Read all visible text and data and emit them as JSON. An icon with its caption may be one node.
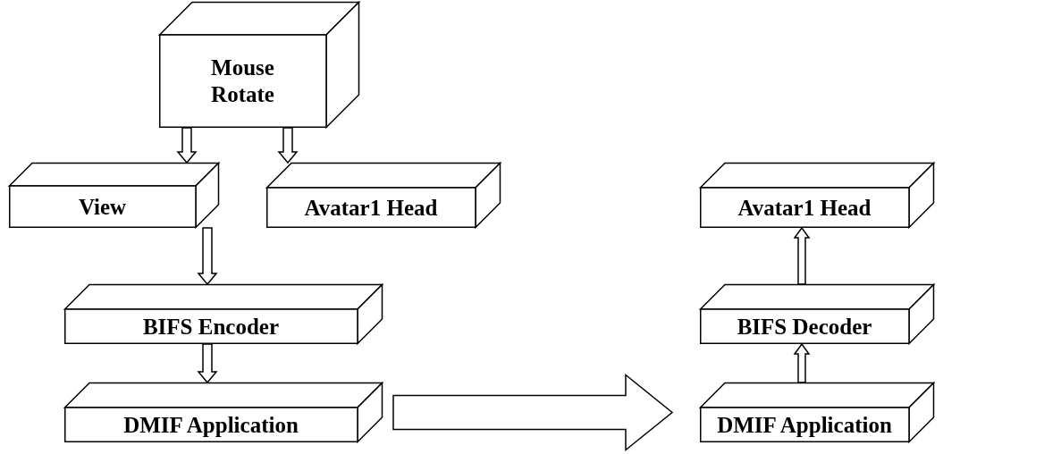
{
  "diagram": {
    "nodes": [
      {
        "text": [
          "Mouse Rotate"
        ]
      },
      {
        "text": [
          "View"
        ]
      },
      {
        "text": [
          "Avatar1 Head"
        ]
      },
      {
        "text": [
          "BIFS Encoder"
        ]
      },
      {
        "text": [
          "DMIF Application"
        ]
      },
      {
        "text": [
          "Avatar1 Head"
        ]
      },
      {
        "text": [
          "BIFS Decoder"
        ]
      },
      {
        "text": [
          "DMIF Application"
        ]
      }
    ],
    "edges": [
      {
        "from": 0,
        "to": 1,
        "arrow": "to"
      },
      {
        "from": 0,
        "to": 2,
        "arrow": "to"
      },
      {
        "from": 2,
        "to": 3,
        "arrow": "to"
      },
      {
        "from": 3,
        "to": 4,
        "arrow": "to"
      },
      {
        "from": 4,
        "to": 7,
        "arrow": "to"
      },
      {
        "from": 7,
        "to": 6,
        "arrow": "to"
      },
      {
        "from": 6,
        "to": 5,
        "arrow": "to"
      }
    ]
  }
}
